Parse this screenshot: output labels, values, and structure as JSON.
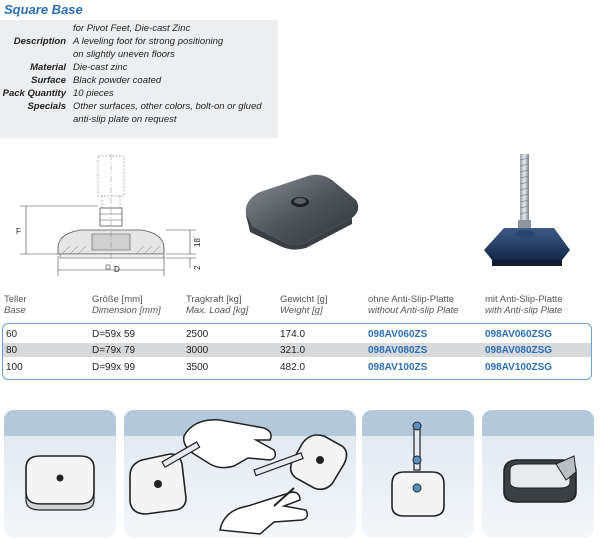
{
  "title": "Square Base",
  "specs": [
    {
      "label": "",
      "value": "for Pivot Feet, Die-cast Zinc"
    },
    {
      "label": "Description",
      "value": "A leveling foot for strong positioning"
    },
    {
      "label": "",
      "value": "on slightly uneven floors"
    },
    {
      "label": "Material",
      "value": "Die-cast zinc"
    },
    {
      "label": "Surface",
      "value": "Black powder coated"
    },
    {
      "label": "Pack Quantity",
      "value": "10 pieces"
    },
    {
      "label": "Specials",
      "value": "Other surfaces, other colors, bolt-on or glued"
    },
    {
      "label": "",
      "value": "anti-slip plate on request"
    }
  ],
  "drawing": {
    "label_f": "F",
    "label_18": "18",
    "label_2": "2",
    "label_d": "D"
  },
  "table": {
    "headers": [
      {
        "de": "Teller",
        "en": "Base"
      },
      {
        "de": "Größe [mm]",
        "en": "Dimension [mm]"
      },
      {
        "de": "Tragkraft [kg]",
        "en": "Max. Load [kg]"
      },
      {
        "de": "Gewicht [g]",
        "en": "Weight [g]"
      },
      {
        "de": "ohne Anti-Slip-Platte",
        "en": "without Anti-slip Plate"
      },
      {
        "de": "mit Anti-Slip-Platte",
        "en": "with Anti-slip Plate"
      }
    ],
    "rows": [
      {
        "base": "60",
        "size": "D=59x 59",
        "load": "2500",
        "weight": "174.0",
        "code_without": "098AV060ZS",
        "code_with": "098AV060ZSG"
      },
      {
        "base": "80",
        "size": "D=79x 79",
        "load": "3000",
        "weight": "321.0",
        "code_without": "098AV080ZS",
        "code_with": "098AV080ZSG"
      },
      {
        "base": "100",
        "size": "D=99x 99",
        "load": "3500",
        "weight": "482.0",
        "code_without": "098AV100ZS",
        "code_with": "098AV100ZSG"
      }
    ]
  },
  "colors": {
    "accent": "#2a6fb6",
    "spec_bg": "#eceef0",
    "row_highlight": "#d8d9db",
    "panel_head": "#b4c8dc"
  }
}
